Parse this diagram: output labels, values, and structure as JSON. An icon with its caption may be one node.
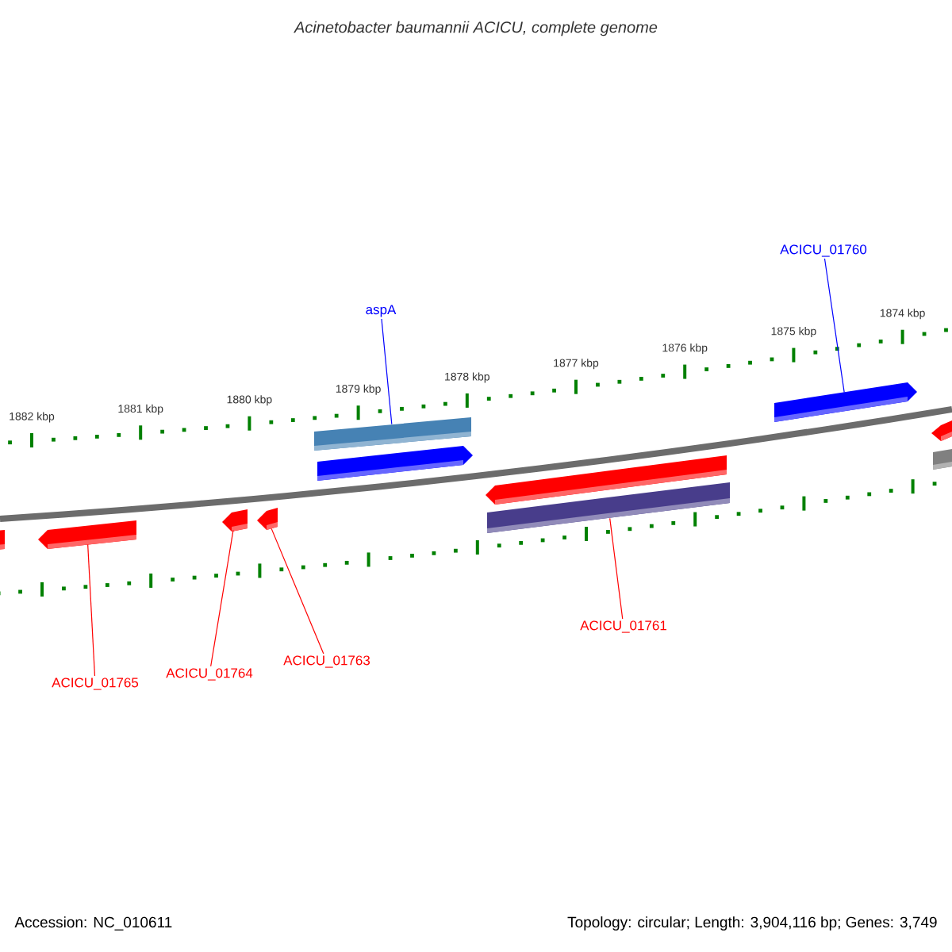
{
  "diagram": {
    "title": "Acinetobacter baumannii ACICU, complete genome",
    "nodes": [
      {
        "text": [
          "ACICU_01760"
        ]
      },
      {
        "text": [
          "aspA"
        ]
      },
      {
        "text": [
          "ACICU_01761"
        ]
      },
      {
        "text": [
          "ACICU_01763"
        ]
      },
      {
        "text": [
          "ACICU_01764"
        ]
      },
      {
        "text": [
          "ACICU_01765"
        ]
      },
      {
        "text": [],
        "shape": "bar"
      },
      {
        "text": [],
        "shape": "bar"
      },
      {
        "text": [],
        "shape": "bar"
      },
      {
        "text": [],
        "shape": "bar"
      },
      {
        "text": [],
        "shape": "bar"
      },
      {
        "text": [],
        "shape": "bar"
      },
      {
        "text": [],
        "shape": "bar"
      },
      {
        "text": [],
        "shape": "bar"
      },
      {
        "text": [],
        "shape": "bar"
      },
      {
        "text": [],
        "shape": "bar"
      },
      {
        "text": [],
        "shape": "bar"
      }
    ],
    "edges": [
      {
        "from": 0,
        "to": 14,
        "arrow": "none",
        "color": "#0000ff"
      },
      {
        "from": 1,
        "to": 10,
        "arrow": "none",
        "color": "#0000ff"
      },
      {
        "from": 2,
        "to": 13,
        "arrow": "none"
      },
      {
        "from": 3,
        "to": 9,
        "arrow": "none"
      },
      {
        "from": 4,
        "to": 8,
        "arrow": "none"
      },
      {
        "from": 5,
        "to": 7,
        "arrow": "none"
      }
    ],
    "labels": [
      "1882 kbp",
      "1881 kbp",
      "1880 kbp",
      "1879 kbp",
      "1878 kbp",
      "1877 kbp",
      "1876 kbp",
      "1875 kbp",
      "1874 kbp",
      "Accession: NC_010611",
      "Topology: circular; Length: 3,904,116 bp; Genes: 3,749"
    ]
  }
}
